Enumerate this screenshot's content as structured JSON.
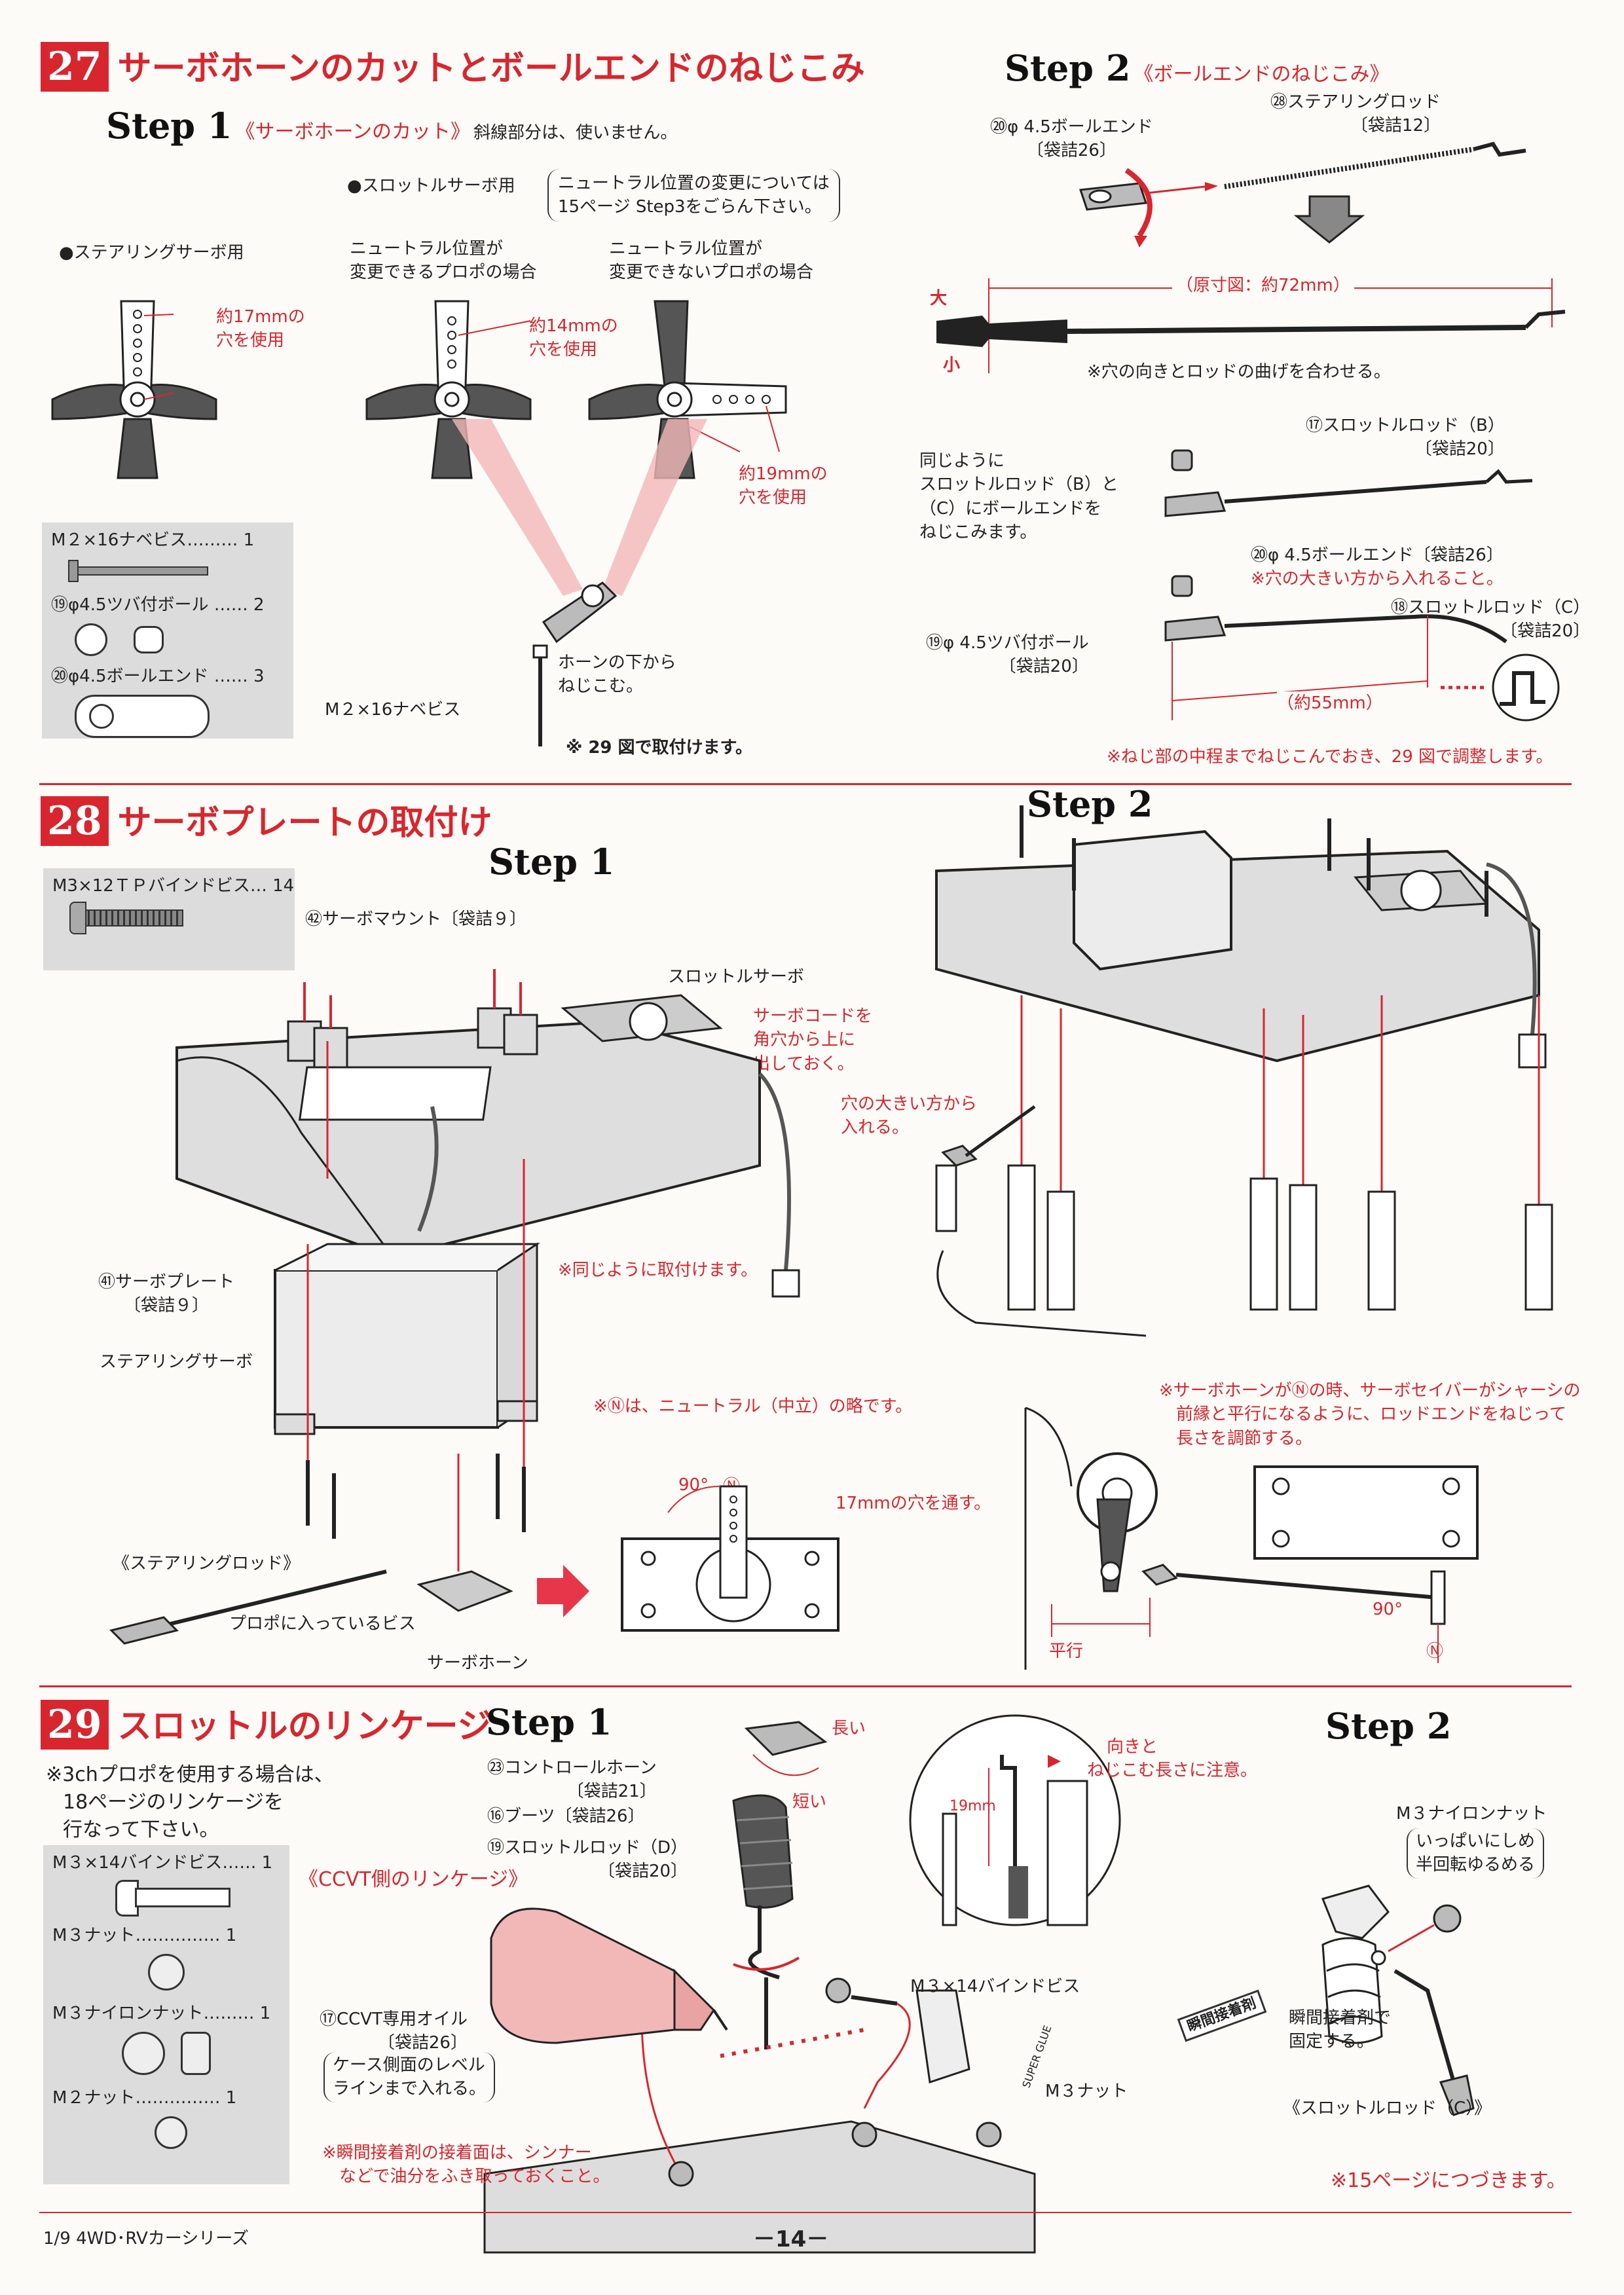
{
  "page_number": "－14－",
  "footer_series": "1/9 4WD･RVカーシリーズ",
  "s27": {
    "num": "27",
    "title": "サーボホーンのカットとボールエンドのねじこみ",
    "step1": "Step 1",
    "step1_sub": "《サーボホーンのカット》",
    "step1_note": "斜線部分は、使いません。",
    "throttle_label": "●スロットルサーボ用",
    "throttle_note1": "ニュートラル位置の変更については",
    "throttle_note2": "15ページ  Step3をごらん下さい。",
    "steering_label": "●ステアリングサーボ用",
    "adj_yes1": "ニュートラル位置が",
    "adj_yes2": "変更できるプロポの場合",
    "adj_no1": "ニュートラル位置が",
    "adj_no2": "変更できないプロポの場合",
    "hole17_1": "約17mmの",
    "hole17_2": "穴を使用",
    "hole14_1": "約14mmの",
    "hole14_2": "穴を使用",
    "hole19_1": "約19mmの",
    "hole19_2": "穴を使用",
    "horn_below1": "ホーンの下から",
    "horn_below2": "ねじこむ。",
    "screw_label": "M２×16ナベビス",
    "fig29_note": "※ 29 図で取付けます。",
    "parts": [
      {
        "name": "M２×16ナベビス",
        "qty": "1"
      },
      {
        "name": "⑲φ4.5ツバ付ボール",
        "qty": "2"
      },
      {
        "name": "⑳φ4.5ボールエンド",
        "qty": "3"
      }
    ],
    "step2": "Step 2",
    "step2_sub": "《ボールエンドのねじこみ》",
    "ballend_label": "⑳φ 4.5ボールエンド",
    "ballend_bag": "〔袋詰26〕",
    "steer_rod_label": "㉘ステアリングロッド",
    "steer_rod_bag": "〔袋詰12〕",
    "dim_large": "大",
    "dim_small": "小",
    "actual_size": "（原寸図：約72mm）",
    "align_note": "※穴の向きとロッドの曲げを合わせる。",
    "same_note": [
      "同じように",
      "スロットルロッド（B）と",
      "（C）にボールエンドを",
      "ねじこみます。"
    ],
    "rod_b_label": "⑰スロットルロッド（B）",
    "rod_b_bag": "〔袋詰20〕",
    "ballend2_label": "⑳φ 4.5ボールエンド〔袋詰26〕",
    "ballend2_note": "※穴の大きい方から入れること。",
    "rod_c_label": "⑱スロットルロッド（C）",
    "rod_c_bag": "〔袋詰20〕",
    "ball_label": "⑲φ 4.5ツバ付ボール",
    "ball_bag": "〔袋詰20〕",
    "approx55": "（約55mm）",
    "bottom_note": "※ねじ部の中程までねじこんでおき、29 図で調整します。"
  },
  "s28": {
    "num": "28",
    "title": "サーボプレートの取付け",
    "step1": "Step 1",
    "step2": "Step 2",
    "parts": [
      {
        "name": "M3×12ＴＰバインドビス",
        "qty": "14"
      }
    ],
    "mount_label": "㊷サーボマウント〔袋詰９〕",
    "throttle_servo": "スロットルサーボ",
    "cord_note": [
      "サーボコードを",
      "角穴から上に",
      "出しておく。"
    ],
    "large_hole": [
      "穴の大きい方から",
      "入れる。"
    ],
    "plate_label": "㊶サーボプレート",
    "plate_bag": "〔袋詰９〕",
    "same_install": "※同じように取付けます。",
    "steering_servo": "ステアリングサーボ",
    "neutral_note": "※Ⓝは、ニュートラル（中立）の略です。",
    "deg90": "90°",
    "hole17": "17mmの穴を通す。",
    "steer_rod": "《ステアリングロッド》",
    "propo_screw": "プロポに入っているビス",
    "servo_horn": "サーボホーン",
    "adjust_note": [
      "※サーボホーンがⓃの時、サーボセイバーがシャーシの",
      "前縁と平行になるように、ロッドエンドをねじって",
      "長さを調節する。"
    ],
    "parallel": "平行",
    "n_mark": "Ⓝ"
  },
  "s29": {
    "num": "29",
    "title": "スロットルのリンケージ",
    "step1": "Step 1",
    "step2": "Step 2",
    "note3ch": [
      "※3chプロポを使用する場合は、",
      "18ページのリンケージを",
      "行なって下さい。"
    ],
    "parts": [
      {
        "name": "M３×14バインドビス",
        "qty": "1"
      },
      {
        "name": "M３ナット",
        "qty": "1"
      },
      {
        "name": "M３ナイロンナット",
        "qty": "1"
      },
      {
        "name": "M２ナット",
        "qty": "1"
      }
    ],
    "ccvt_label": "《CCVT側のリンケージ》",
    "control_horn": "㉓コントロールホーン",
    "control_horn_bag": "〔袋詰21〕",
    "boot": "⑯ブーツ〔袋詰26〕",
    "rod_d": "⑲スロットルロッド（D）",
    "rod_d_bag": "〔袋詰20〕",
    "long": "長い",
    "short": "短い",
    "direction_note": [
      "向きと",
      "ねじこむ長さに注意。"
    ],
    "mm19": "19mm",
    "oil_label": "⑰CCVT専用オイル",
    "oil_bag": "〔袋詰26〕",
    "oil_note": [
      "ケース側面のレベル",
      "ラインまで入れる。"
    ],
    "bind_screw": "M３×14バインドビス",
    "m3nut": "M３ナット",
    "glue_note": [
      "※瞬間接着剤の接着面は、シンナー",
      "などで油分をふき取っておくこと。"
    ],
    "nylon_nut": "M３ナイロンナット",
    "nylon_note": [
      "いっぱいにしめ",
      "半回転ゆるめる"
    ],
    "glue_label": "瞬間接着剤",
    "glue_fix": [
      "瞬間接着剤で",
      "固定する。"
    ],
    "rod_c": "《スロットルロッド（C）》",
    "continue": "※15ページにつづきます。",
    "glue_tube": "SUPER GLUE"
  }
}
